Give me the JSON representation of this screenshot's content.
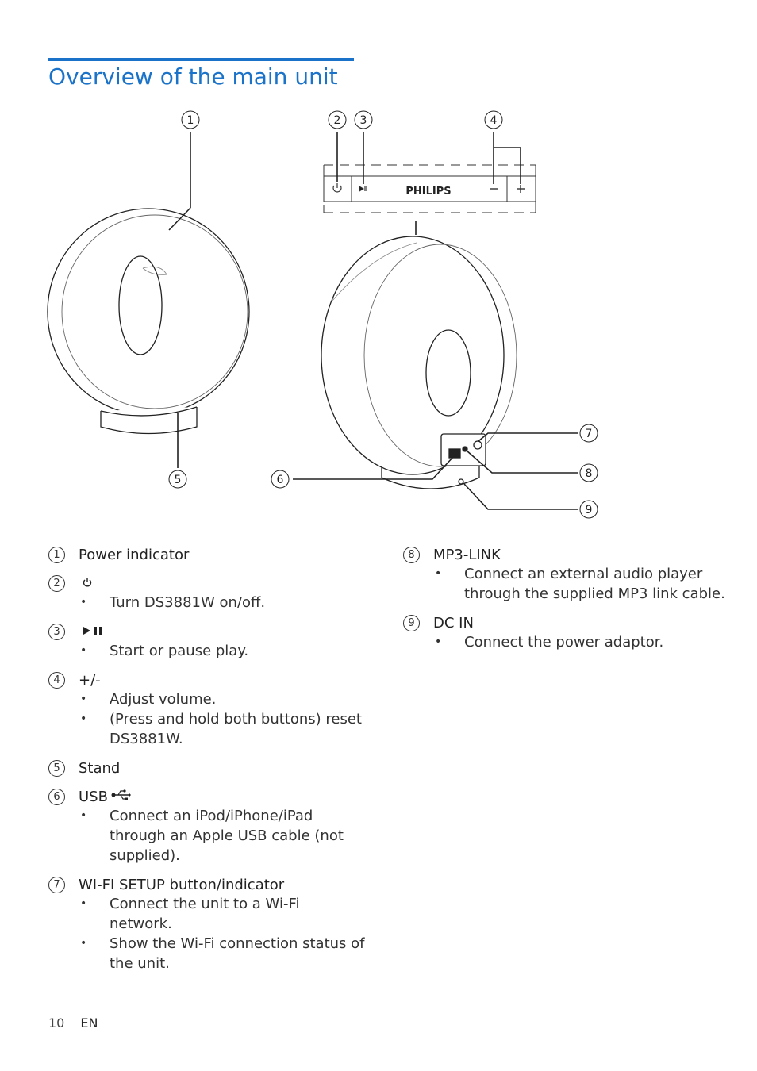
{
  "page": {
    "title": "Overview of the main unit",
    "page_number": "10",
    "language": "EN"
  },
  "diagram": {
    "callouts": [
      "1",
      "2",
      "3",
      "4",
      "5",
      "6",
      "7",
      "8",
      "9"
    ],
    "brand_label": "PHILIPS",
    "panel_buttons": {
      "power": "power-icon",
      "play_pause": "play-pause-icon",
      "minus": "−",
      "plus": "+"
    }
  },
  "items_left": [
    {
      "num": "1",
      "label": "Power indicator",
      "icon": "",
      "bullets": []
    },
    {
      "num": "2",
      "label": "",
      "icon": "power-icon",
      "bullets": [
        "Turn DS3881W on/off."
      ]
    },
    {
      "num": "3",
      "label": "",
      "icon": "play-pause-icon",
      "bullets": [
        "Start or pause play."
      ]
    },
    {
      "num": "4",
      "label": "+/-",
      "icon": "",
      "bullets": [
        "Adjust volume.",
        "(Press and hold both buttons) reset DS3881W."
      ]
    },
    {
      "num": "5",
      "label": "Stand",
      "icon": "",
      "bullets": []
    },
    {
      "num": "6",
      "label": "USB",
      "icon": "usb-icon",
      "bullets": [
        "Connect an iPod/iPhone/iPad through an Apple USB cable (not supplied)."
      ]
    },
    {
      "num": "7",
      "label": "WI-FI SETUP button/indicator",
      "icon": "",
      "bullets": [
        "Connect the unit to a Wi-Fi network.",
        "Show the Wi-Fi connection status of the unit."
      ]
    }
  ],
  "items_right": [
    {
      "num": "8",
      "label": "MP3-LINK",
      "icon": "",
      "bullets": [
        "Connect an external audio player through the supplied MP3 link cable."
      ]
    },
    {
      "num": "9",
      "label": "DC IN",
      "icon": "",
      "bullets": [
        "Connect the power adaptor."
      ]
    }
  ]
}
